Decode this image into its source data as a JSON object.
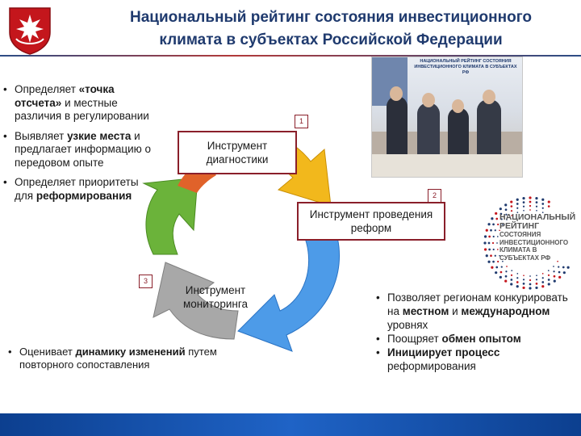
{
  "header": {
    "title_line1": "Национальный рейтинг состояния инвестиционного",
    "title_line2": "климата в субъектах Российской Федерации"
  },
  "left_list": [
    {
      "html": "Определяет <b>«точка отсчета»</b> и местные различия в регулировании"
    },
    {
      "html": "Выявляет <b>узкие места</b> и предлагает информацию о передовом опыте"
    },
    {
      "html": "Определяет приоритеты для <b>реформирования</b>"
    }
  ],
  "cycle": {
    "step1": {
      "num": "1",
      "label": "Инструмент диагностики"
    },
    "step2": {
      "num": "2",
      "label": "Инструмент проведения реформ"
    },
    "step3": {
      "num": "3",
      "label": "Инструмент мониторинга"
    }
  },
  "monitoring_note": {
    "html": "Оценивает <b>динамику изменений</b> путем повторного сопоставления"
  },
  "right_list": [
    {
      "html": "Позволяет регионам конкурировать на <b>местном</b> и <b>международном</b> уровнях"
    },
    {
      "html": "Поощряет <b>обмен опытом</b>"
    },
    {
      "html": "<b>Инициирует процесс</b> реформирования"
    }
  ],
  "photo": {
    "caption": "НАЦИОНАЛЬНЫЙ РЕЙТИНГ СОСТОЯНИЯ ИНВЕСТИЦИОННОГО КЛИМАТА В СУБЪЕКТАХ РФ"
  },
  "rating_logo": {
    "title_line1": "НАЦИОНАЛЬНЫЙ",
    "title_line2": "РЕЙТИНГ",
    "sub_lines": [
      "СОСТОЯНИЯ",
      "ИНВЕСТИЦИОННОГО",
      "КЛИМАТА В СУБЪЕКТАХ РФ"
    ]
  },
  "colors": {
    "arrow_top": "#f2b81c",
    "arrow_right": "#4d9be8",
    "arrow_bottom": "#a8a8a8",
    "arrow_left": "#6bb33a",
    "arrow_top_left": "#e0622a",
    "box_border": "#8a1f2a",
    "title": "#1f3a6e",
    "footer": "#1f63c6"
  },
  "icons": {
    "emblem": "udmurtia-emblem-icon",
    "rating_logo": "dotted-ring-logo-icon"
  }
}
